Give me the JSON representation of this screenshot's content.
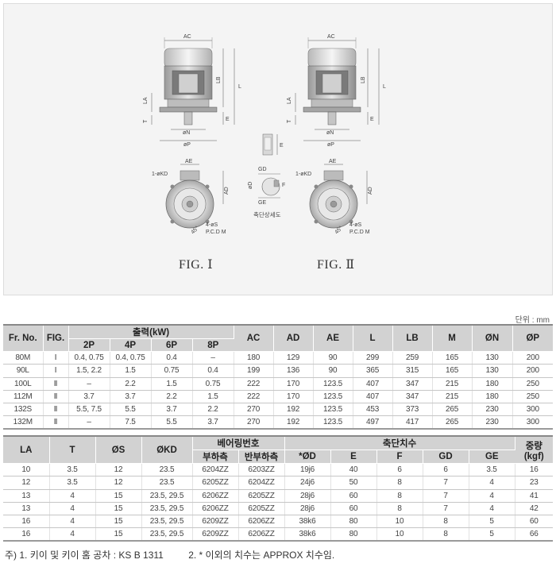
{
  "drawing": {
    "fig1_label": "FIG. Ⅰ",
    "fig2_label": "FIG. Ⅱ",
    "shaft_detail_label": "축단상세도",
    "dim_labels": {
      "ac": "AC",
      "lb": "LB",
      "l": "L",
      "la": "LA",
      "t": "T",
      "e": "E",
      "n": "øN",
      "p": "øP",
      "ae": "AE",
      "ad": "AD",
      "kd": "1-øKD",
      "s": "4-øS",
      "pcd": "P.C.D M",
      "gd": "GD",
      "f": "F",
      "ge": "GE",
      "d": "øD"
    }
  },
  "unit_note": "단위 : mm",
  "table1": {
    "headers": {
      "fr_no": "Fr. No.",
      "fig": "FIG.",
      "output": "출력(kW)",
      "p2": "2P",
      "p4": "4P",
      "p6": "6P",
      "p8": "8P",
      "ac": "AC",
      "ad": "AD",
      "ae": "AE",
      "l": "L",
      "lb": "LB",
      "m": "M",
      "n": "ØN",
      "p": "ØP"
    },
    "rows": [
      [
        "80M",
        "Ⅰ",
        "0.4, 0.75",
        "0.4, 0.75",
        "0.4",
        "–",
        "180",
        "129",
        "90",
        "299",
        "259",
        "165",
        "130",
        "200"
      ],
      [
        "90L",
        "Ⅰ",
        "1.5, 2.2",
        "1.5",
        "0.75",
        "0.4",
        "199",
        "136",
        "90",
        "365",
        "315",
        "165",
        "130",
        "200"
      ],
      [
        "100L",
        "Ⅱ",
        "–",
        "2.2",
        "1.5",
        "0.75",
        "222",
        "170",
        "123.5",
        "407",
        "347",
        "215",
        "180",
        "250"
      ],
      [
        "112M",
        "Ⅱ",
        "3.7",
        "3.7",
        "2.2",
        "1.5",
        "222",
        "170",
        "123.5",
        "407",
        "347",
        "215",
        "180",
        "250"
      ],
      [
        "132S",
        "Ⅱ",
        "5.5, 7.5",
        "5.5",
        "3.7",
        "2.2",
        "270",
        "192",
        "123.5",
        "453",
        "373",
        "265",
        "230",
        "300"
      ],
      [
        "132M",
        "Ⅱ",
        "–",
        "7.5",
        "5.5",
        "3.7",
        "270",
        "192",
        "123.5",
        "497",
        "417",
        "265",
        "230",
        "300"
      ]
    ]
  },
  "table2": {
    "headers": {
      "la": "LA",
      "t": "T",
      "s": "ØS",
      "kd": "ØKD",
      "bearing": "베어링번호",
      "load_side": "부하측",
      "anti_load_side": "반부하측",
      "shaft_end": "축단치수",
      "d": "*ØD",
      "e": "E",
      "f": "F",
      "gd": "GD",
      "ge": "GE",
      "weight": "중량",
      "weight_unit": "(kgf)"
    },
    "rows": [
      [
        "10",
        "3.5",
        "12",
        "23.5",
        "6204ZZ",
        "6203ZZ",
        "19j6",
        "40",
        "6",
        "6",
        "3.5",
        "16"
      ],
      [
        "12",
        "3.5",
        "12",
        "23.5",
        "6205ZZ",
        "6204ZZ",
        "24j6",
        "50",
        "8",
        "7",
        "4",
        "23"
      ],
      [
        "13",
        "4",
        "15",
        "23.5, 29.5",
        "6206ZZ",
        "6205ZZ",
        "28j6",
        "60",
        "8",
        "7",
        "4",
        "41"
      ],
      [
        "13",
        "4",
        "15",
        "23.5, 29.5",
        "6206ZZ",
        "6205ZZ",
        "28j6",
        "60",
        "8",
        "7",
        "4",
        "42"
      ],
      [
        "16",
        "4",
        "15",
        "23.5, 29.5",
        "6209ZZ",
        "6206ZZ",
        "38k6",
        "80",
        "10",
        "8",
        "5",
        "60"
      ],
      [
        "16",
        "4",
        "15",
        "23.5, 29.5",
        "6209ZZ",
        "6206ZZ",
        "38k6",
        "80",
        "10",
        "8",
        "5",
        "66"
      ]
    ]
  },
  "footnote": {
    "note1": "주) 1. 키이 및 키이 홈 공차 : KS B 1311",
    "note2": "2. * 이외의 치수는 APPROX 치수임."
  }
}
